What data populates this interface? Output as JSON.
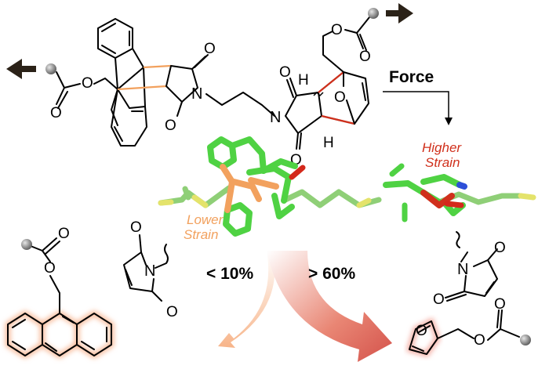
{
  "colors": {
    "low_strain": "#f2a15e",
    "high_strain": "#d0301c",
    "carbon_green": "#4fd243",
    "light_green": "#8fcf77",
    "sulfur": "#e4e36b",
    "oxygen": "#d4281b",
    "nitrogen": "#2d4fd8",
    "glow_low": "#f7b08a",
    "glow_high": "#f3a397"
  },
  "labels": {
    "force": "Force",
    "lower_strain_line1": "Lower",
    "lower_strain_line2": "Strain",
    "higher_strain_line1": "Higher",
    "higher_strain_line2": "Strain",
    "yield_low": "< 10%",
    "yield_high": "> 60%"
  },
  "atoms": {
    "O": "O",
    "N": "N",
    "H": "H"
  },
  "icons": {
    "left_pull": "arrow-left-icon",
    "right_pull": "arrow-right-icon"
  }
}
